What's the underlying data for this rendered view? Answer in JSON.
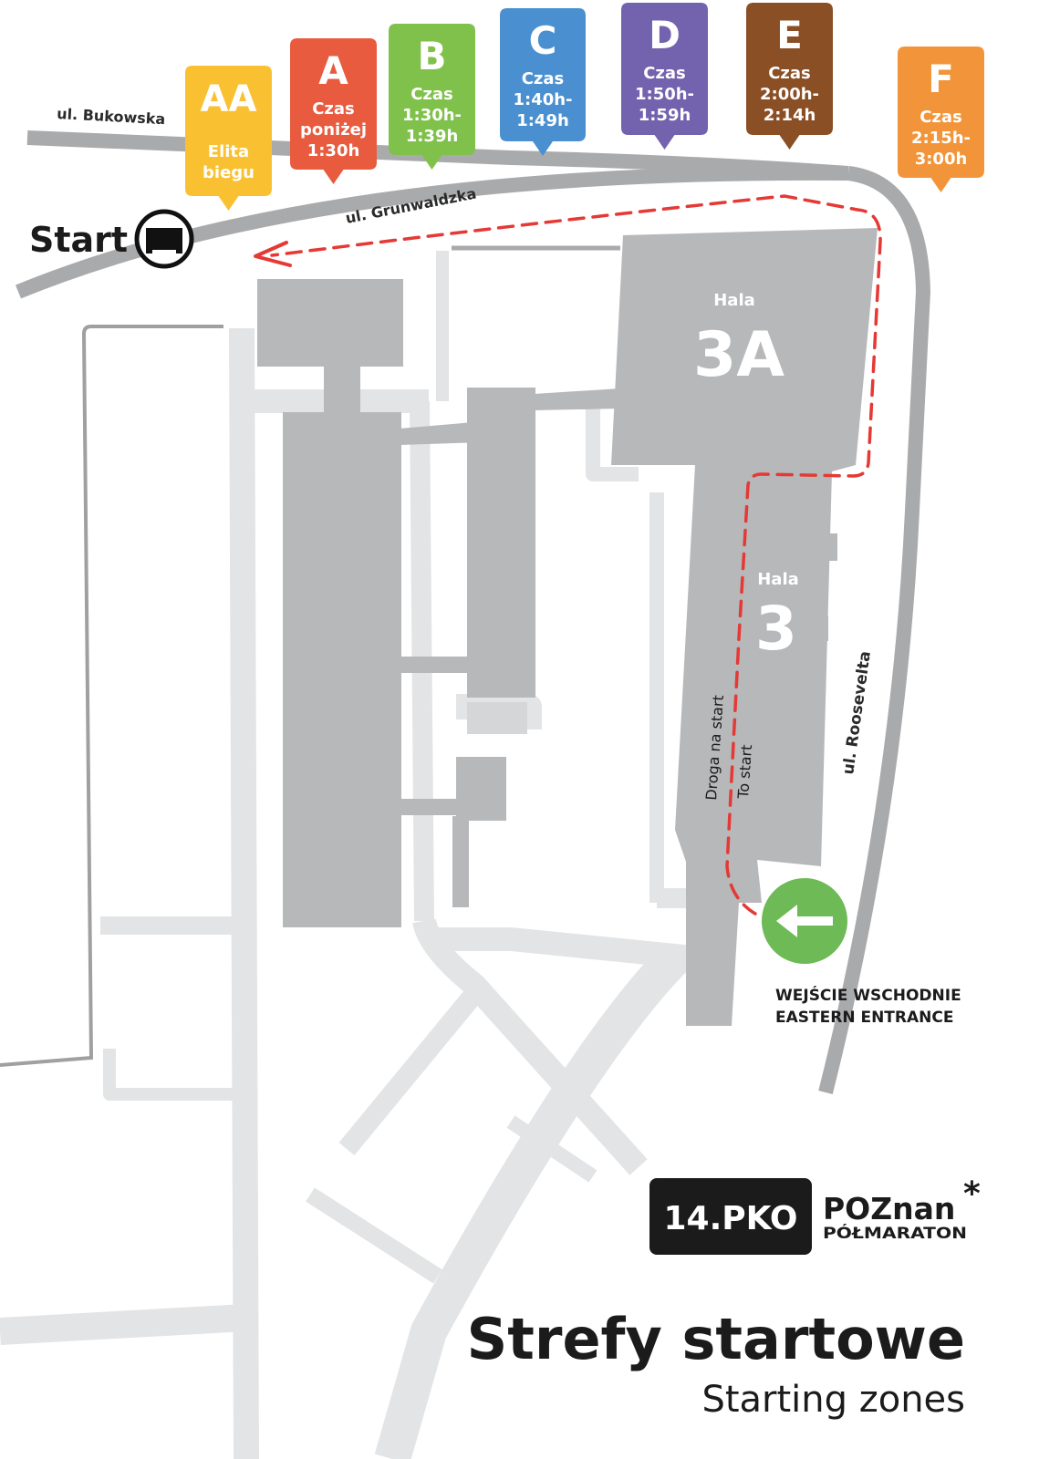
{
  "streets": {
    "bukowska": "ul. Bukowska",
    "grunwaldzka": "ul. Grunwaldzka",
    "roosevelta": "ul. Roosevelta"
  },
  "start_label": "Start",
  "halls": {
    "hala_3a": {
      "word": "Hala",
      "number": "3A"
    },
    "hala_3": {
      "word": "Hala",
      "number": "3"
    }
  },
  "route": {
    "label_pl": "Droga na start",
    "label_en": "To start",
    "color": "#e53935"
  },
  "entrance": {
    "label_pl": "WEJŚCIE WSCHODNIE",
    "label_en": "EASTERN ENTRANCE",
    "color": "#6dba56",
    "icon": "arrow-left-icon"
  },
  "zones": [
    {
      "letter": "AA",
      "lines": [
        "Elita",
        "biegu"
      ],
      "color": "#f9c132"
    },
    {
      "letter": "A",
      "lines": [
        "Czas",
        "poniżej",
        "1:30h"
      ],
      "color": "#e85b3f"
    },
    {
      "letter": "B",
      "lines": [
        "Czas",
        "1:30h-",
        "1:39h"
      ],
      "color": "#7fc14a"
    },
    {
      "letter": "C",
      "lines": [
        "Czas",
        "1:40h-",
        "1:49h"
      ],
      "color": "#4a90d0"
    },
    {
      "letter": "D",
      "lines": [
        "Czas",
        "1:50h-",
        "1:59h"
      ],
      "color": "#7362ad"
    },
    {
      "letter": "E",
      "lines": [
        "Czas",
        "2:00h-",
        "2:14h"
      ],
      "color": "#8a4f25"
    },
    {
      "letter": "F",
      "lines": [
        "Czas",
        "2:15h-",
        "3:00h"
      ],
      "color": "#f2953a"
    }
  ],
  "logo": {
    "badge": "14.PKO",
    "brand": "POZnan",
    "brand_star": "*",
    "sub": "PÓŁMARATON"
  },
  "title": "Strefy startowe",
  "subtitle": "Starting zones",
  "colors": {
    "building": "#b7b8ba",
    "path": "#e3e4e5",
    "road": "#a9aaac",
    "text_dark": "#1b1b1b"
  }
}
